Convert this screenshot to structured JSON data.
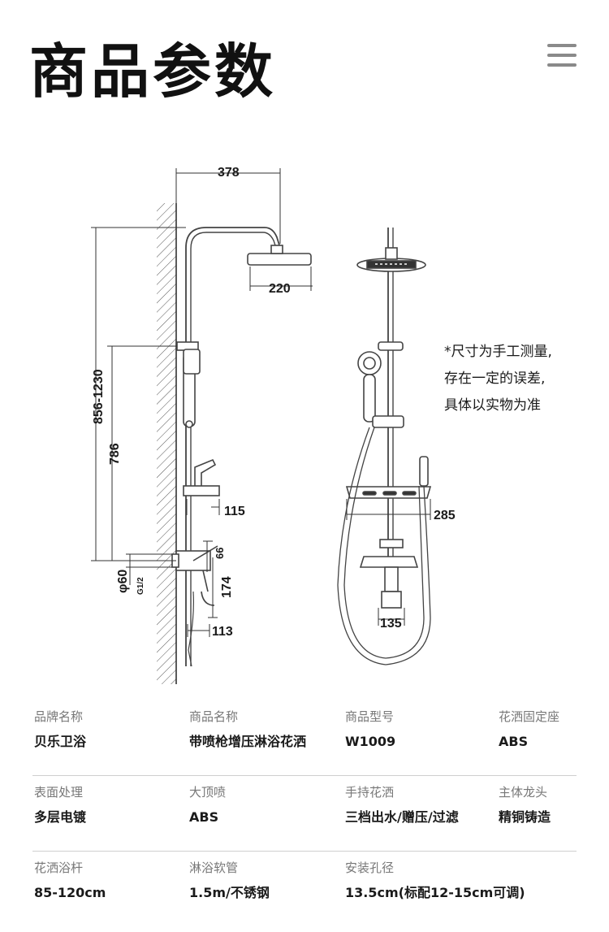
{
  "page": {
    "title": "商品参数"
  },
  "diagram": {
    "dims": {
      "top_width": "378",
      "head_diameter": "220",
      "height_range": "856-1230",
      "bar_height": "786",
      "shelf_depth": "115",
      "valve_to_thread": "66",
      "spout_drop": "174",
      "spout_reach": "113",
      "pipe_diameter": "φ60",
      "thread": "G1/2",
      "shelf_width": "285",
      "valve_spacing": "135"
    },
    "note": [
      "*尺寸为手工测量,",
      "存在一定的误差,",
      "具体以实物为准"
    ]
  },
  "specs": [
    [
      {
        "label": "品牌名称",
        "value": "贝乐卫浴"
      },
      {
        "label": "商品名称",
        "value": "带喷枪增压淋浴花洒"
      },
      {
        "label": "商品型号",
        "value": "W1009"
      },
      {
        "label": "花洒固定座",
        "value": "ABS"
      }
    ],
    [
      {
        "label": "表面处理",
        "value": "多层电镀"
      },
      {
        "label": "大顶喷",
        "value": "ABS"
      },
      {
        "label": "手持花洒",
        "value": "三档出水/赠压/过滤"
      },
      {
        "label": "主体龙头",
        "value": "精铜铸造"
      }
    ],
    [
      {
        "label": "花洒浴杆",
        "value": "85-120cm"
      },
      {
        "label": "淋浴软管",
        "value": "1.5m/不锈钢"
      },
      {
        "label": "安装孔径",
        "value": "13.5cm(标配12-15cm可调)"
      }
    ]
  ]
}
